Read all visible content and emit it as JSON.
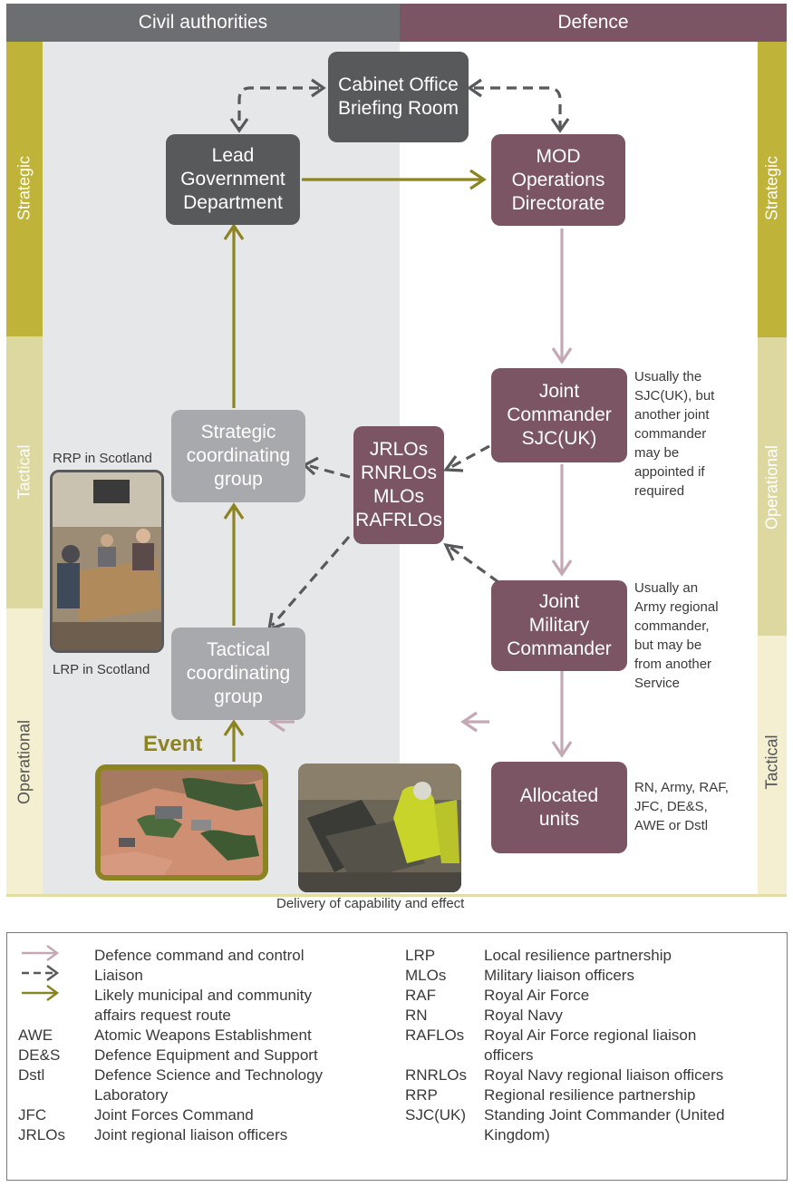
{
  "header": {
    "civil": "Civil authorities",
    "defence": "Defence"
  },
  "side_labels": {
    "left": [
      "Strategic",
      "Tactical",
      "Operational"
    ],
    "right": [
      "Strategic",
      "Operational",
      "Tactical"
    ]
  },
  "nodes": {
    "cabinet": [
      "Cabinet Office",
      "Briefing Room"
    ],
    "lead_gov": [
      "Lead",
      "Government",
      "Department"
    ],
    "mod_ops": [
      "MOD",
      "Operations",
      "Directorate"
    ],
    "joint_cmdr": [
      "Joint",
      "Commander",
      "SJC(UK)"
    ],
    "liaison": [
      "JRLOs",
      "RNRLOs",
      "MLOs",
      "RAFRLOs"
    ],
    "strategic_cg": [
      "Strategic",
      "coordinating",
      "group"
    ],
    "tactical_cg": [
      "Tactical",
      "coordinating",
      "group"
    ],
    "joint_mil": [
      "Joint",
      "Military",
      "Commander"
    ],
    "allocated": [
      "Allocated",
      "units"
    ],
    "event": "Event"
  },
  "notes": {
    "joint_cmdr": [
      "Usually the",
      "SJC(UK), but",
      "another joint",
      "commander",
      "may be",
      "appointed if",
      "required"
    ],
    "joint_mil": [
      "Usually an",
      "Army regional",
      "commander,",
      "but may be",
      "from another",
      "Service"
    ],
    "allocated": [
      "RN, Army, RAF,",
      "JFC, DE&S,",
      "AWE or Dstl"
    ]
  },
  "captions": {
    "rrp": "RRP in Scotland",
    "lrp": "LRP in Scotland",
    "delivery": "Delivery of capability and effect"
  },
  "colors": {
    "civil_header": "#6d6e71",
    "defence_header": "#7b5563",
    "civil_bg": "#e6e7e8",
    "strategic_band": "#bfb33a",
    "tactical_band": "#ddd7a0",
    "operational_band": "#f3efd0",
    "command_arrow": "#c4a9b4",
    "liaison_arrow": "#58595b",
    "request_arrow": "#8c8420"
  },
  "legend": {
    "symbols": [
      {
        "icon": "command-arrow-icon",
        "text": "Defence command and control"
      },
      {
        "icon": "liaison-arrow-icon",
        "text": "Liaison"
      },
      {
        "icon": "request-arrow-icon",
        "text": [
          "Likely municipal and community",
          "affairs request route"
        ]
      }
    ],
    "left": [
      {
        "abbr": "AWE",
        "text": [
          "Atomic Weapons Establishment"
        ]
      },
      {
        "abbr": "DE&S",
        "text": [
          "Defence Equipment and Support"
        ]
      },
      {
        "abbr": "Dstl",
        "text": [
          "Defence Science and Technology",
          "Laboratory"
        ]
      },
      {
        "abbr": "JFC",
        "text": [
          "Joint Forces Command"
        ]
      },
      {
        "abbr": "JRLOs",
        "text": [
          "Joint regional liaison officers"
        ]
      }
    ],
    "right": [
      {
        "abbr": "LRP",
        "text": [
          "Local resilience partnership"
        ]
      },
      {
        "abbr": "MLOs",
        "text": [
          "Military liaison officers"
        ]
      },
      {
        "abbr": "RAF",
        "text": [
          "Royal Air Force"
        ]
      },
      {
        "abbr": "RN",
        "text": [
          "Royal Navy"
        ]
      },
      {
        "abbr": "RAFLOs",
        "text": [
          "Royal Air Force regional liaison",
          "officers"
        ]
      },
      {
        "abbr": "RNRLOs",
        "text": [
          "Royal Navy regional liaison officers"
        ]
      },
      {
        "abbr": "RRP",
        "text": [
          "Regional resilience partnership"
        ]
      },
      {
        "abbr": "SJC(UK)",
        "text": [
          "Standing Joint Commander (United",
          "Kingdom)"
        ]
      }
    ]
  }
}
